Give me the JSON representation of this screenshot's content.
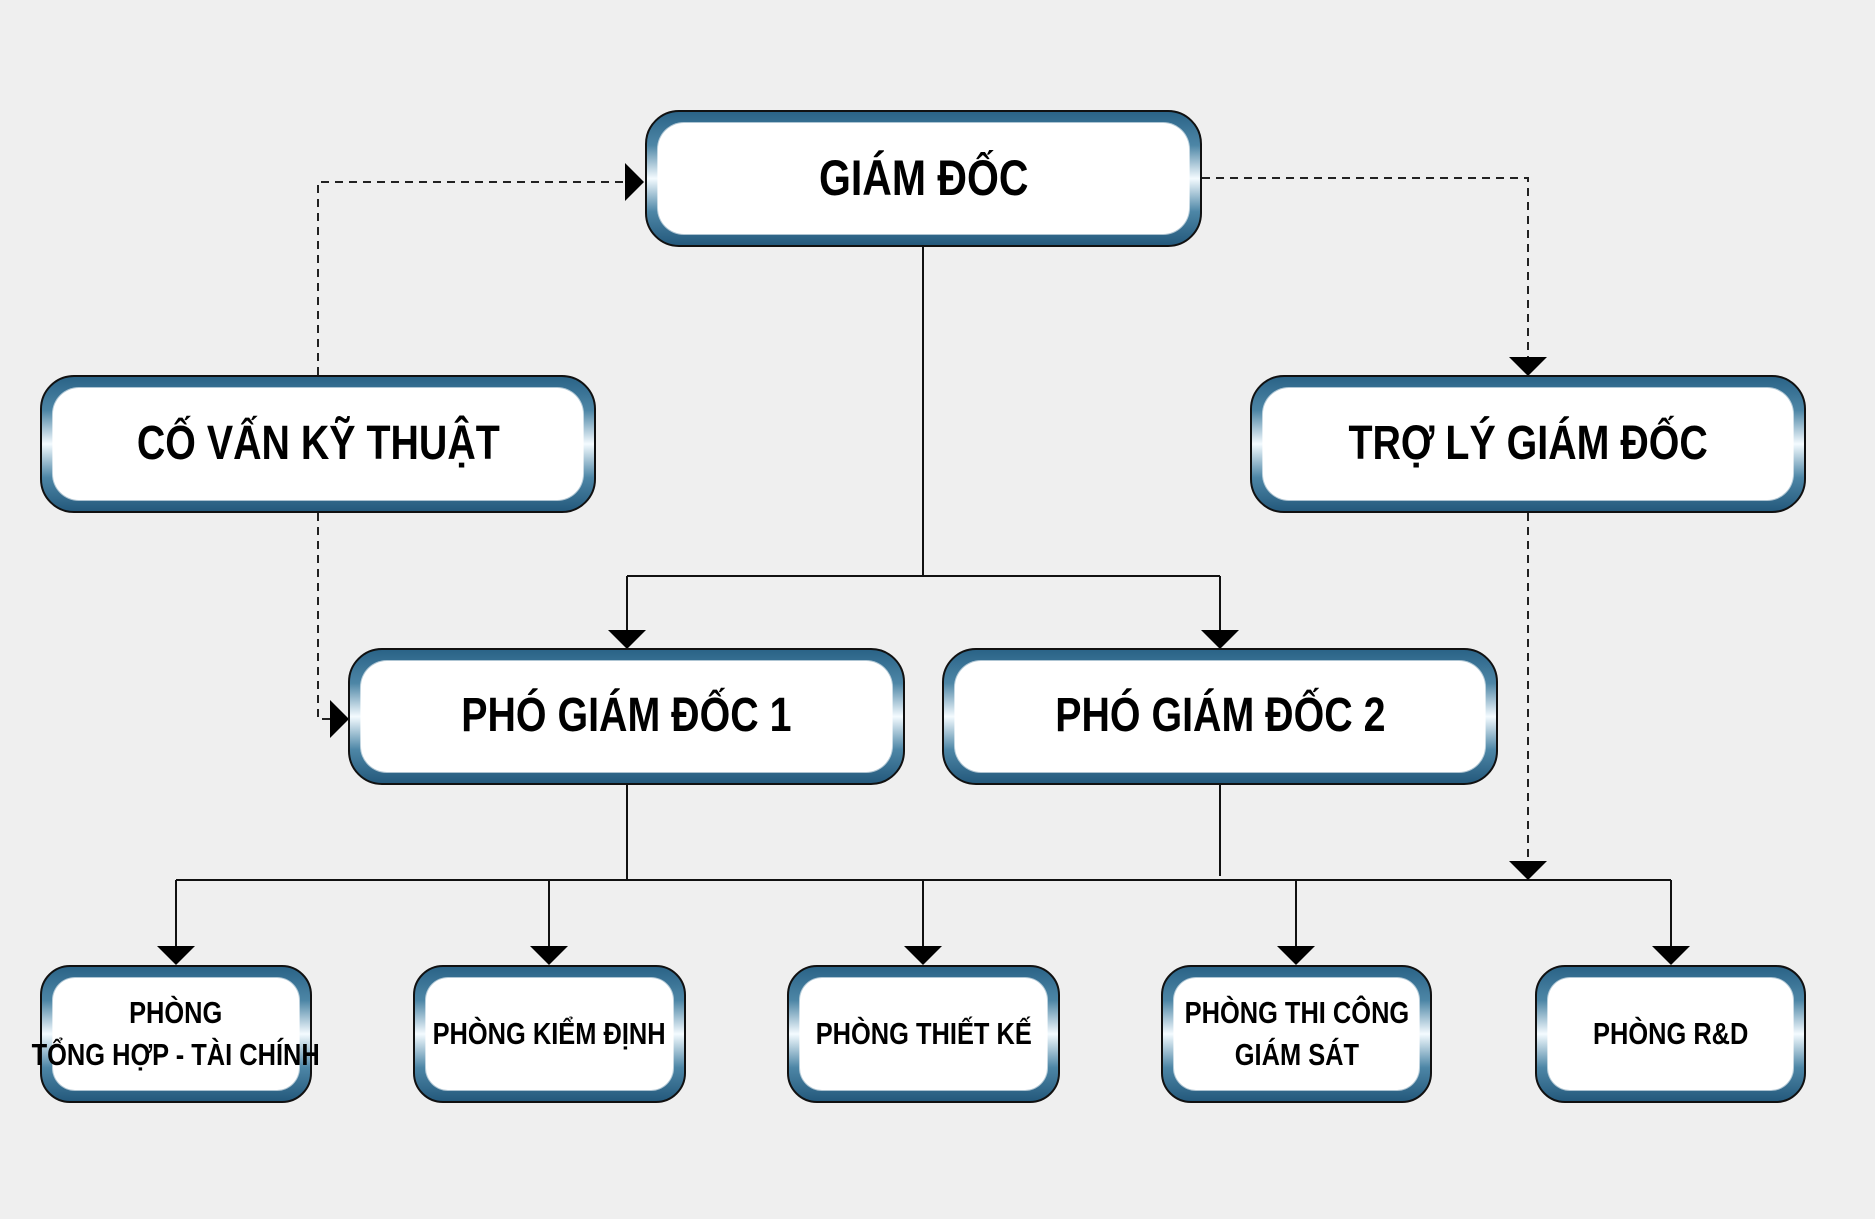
{
  "diagram": {
    "type": "org-chart",
    "colors": {
      "background": "#efefef",
      "node_border": "#2a6387",
      "node_fill": "#ffffff",
      "line": "#000000"
    },
    "nodes": {
      "director": {
        "label": "GIÁM ĐỐC"
      },
      "technical_advisor": {
        "label": "CỐ VẤN KỸ THUẬT"
      },
      "director_assistant": {
        "label": "TRỢ LÝ GIÁM ĐỐC"
      },
      "deputy_1": {
        "label": "PHÓ GIÁM ĐỐC 1"
      },
      "deputy_2": {
        "label": "PHÓ GIÁM ĐỐC 2"
      },
      "dept_general_finance": {
        "line1": "PHÒNG",
        "line2": "TỔNG HỢP - TÀI CHÍNH"
      },
      "dept_inspection": {
        "label": "PHÒNG KIỂM ĐỊNH"
      },
      "dept_design": {
        "label": "PHÒNG THIẾT KẾ"
      },
      "dept_construction": {
        "line1": "PHÒNG THI CÔNG",
        "line2": "GIÁM SÁT"
      },
      "dept_rnd": {
        "label": "PHÒNG R&D"
      }
    },
    "edges": [
      {
        "from": "technical_advisor",
        "to": "director",
        "style": "dashed"
      },
      {
        "from": "technical_advisor",
        "to": "deputy_1",
        "style": "dashed"
      },
      {
        "from": "director",
        "to": "director_assistant",
        "style": "dashed"
      },
      {
        "from": "director_assistant",
        "to": "departments",
        "style": "dashed"
      },
      {
        "from": "director",
        "to": "deputy_1",
        "style": "solid"
      },
      {
        "from": "director",
        "to": "deputy_2",
        "style": "solid"
      },
      {
        "from": "deputy_1",
        "to": "departments",
        "style": "solid"
      },
      {
        "from": "deputy_2",
        "to": "departments",
        "style": "solid"
      }
    ]
  }
}
